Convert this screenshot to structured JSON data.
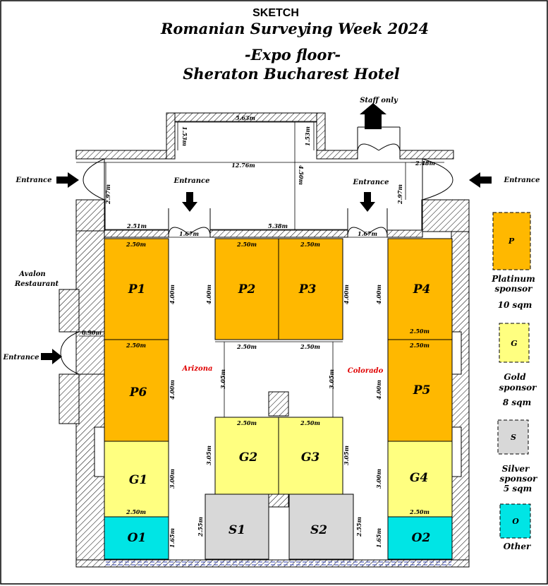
{
  "header": {
    "sketch": "SKETCH",
    "event": "Romanian Surveying Week 2024",
    "subtitle": "-Expo floor-",
    "venue": "Sheraton Bucharest Hotel"
  },
  "labels": {
    "staff_only": "Staff only",
    "entrance": "Entrance",
    "restaurant": "Avalon Restaurant",
    "restaurant_line1": "Avalon",
    "restaurant_line2": "Restaurant",
    "room_left": "Arizona",
    "room_right": "Colorado"
  },
  "dimensions": {
    "d_5_63": "5.63m",
    "d_1_53a": "1.53m",
    "d_1_53b": "1.53m",
    "d_12_76": "12.76m",
    "d_4_50": "4.50m",
    "d_2_48": "2.48m",
    "d_2_97a": "2.97m",
    "d_2_97b": "2.97m",
    "d_2_51": "2.51m",
    "d_1_67a": "1.67m",
    "d_5_38": "5.38m",
    "d_1_67b": "1.67m",
    "d_0_90": "0.90m",
    "d_p1_w": "2.50m",
    "d_p1_h": "4.00m",
    "d_p2_w": "2.50m",
    "d_p3_w": "2.50m",
    "d_p2_h": "4.00m",
    "d_p3_h": "4.00m",
    "d_p4_w": "2.50m",
    "d_p4_h": "4.00m",
    "d_p6_w": "2.50m",
    "d_p6_h": "4.00m",
    "d_p5_w": "2.50m",
    "d_p5_h": "4.00m",
    "d_bot2_w": "2.50m",
    "d_bot3_w": "2.50m",
    "d_gap_l": "3.05m",
    "d_gap_r": "3.05m",
    "d_g2_w": "2.50m",
    "d_g3_w": "2.50m",
    "d_g2_h": "3.05m",
    "d_g3_h": "3.05m",
    "d_g1_h": "3.00m",
    "d_g4_h": "3.00m",
    "d_g1_w": "2.50m",
    "d_g4_w": "2.50m",
    "d_o1_h": "1.65m",
    "d_o2_h": "1.65m",
    "d_s1_h": "2.55m",
    "d_s2_h": "2.55m"
  },
  "booths": {
    "p1": "P1",
    "p2": "P2",
    "p3": "P3",
    "p4": "P4",
    "p5": "P5",
    "p6": "P6",
    "g1": "G1",
    "g2": "G2",
    "g3": "G3",
    "g4": "G4",
    "s1": "S1",
    "s2": "S2",
    "o1": "O1",
    "o2": "O2"
  },
  "legend": {
    "platinum": {
      "code": "P",
      "name": "Platinum sponsor",
      "line1": "Platinum",
      "line2": "sponsor",
      "area": "10 sqm"
    },
    "gold": {
      "code": "G",
      "name": "Gold sponsor",
      "line1": "Gold",
      "line2": "sponsor",
      "area": "8 sqm"
    },
    "silver": {
      "code": "S",
      "name": "Silver sponsor",
      "line1": "Silver",
      "line2": "sponsor",
      "area": "5 sqm"
    },
    "other": {
      "code": "O",
      "name": "Other"
    }
  },
  "colors": {
    "platinum": "#FFB800",
    "gold": "#FFFF80",
    "silver": "#D8D8D8",
    "other": "#00E5E5",
    "room_label": "#E00000",
    "wall": "#000000"
  }
}
